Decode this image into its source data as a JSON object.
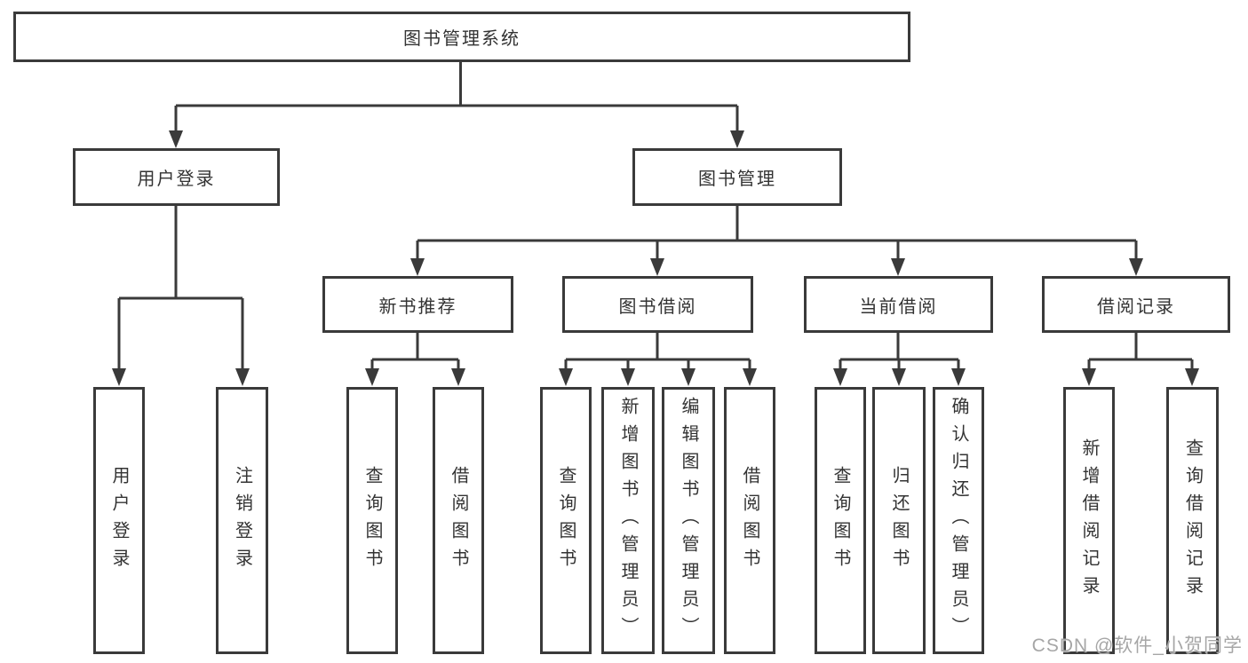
{
  "diagram": {
    "tree": {
      "root": {
        "label": "图书管理系统"
      },
      "branches": [
        {
          "label": "用户登录",
          "children": [
            {
              "label": "用户登录"
            },
            {
              "label": "注销登录"
            }
          ]
        },
        {
          "label": "图书管理",
          "children": [
            {
              "label": "新书推荐",
              "children": [
                {
                  "label": "查询图书"
                },
                {
                  "label": "借阅图书"
                }
              ]
            },
            {
              "label": "图书借阅",
              "children": [
                {
                  "label": "查询图书"
                },
                {
                  "label": "新增图书（管理员）"
                },
                {
                  "label": "编辑图书（管理员）"
                },
                {
                  "label": "借阅图书"
                }
              ]
            },
            {
              "label": "当前借阅",
              "children": [
                {
                  "label": "查询图书"
                },
                {
                  "label": "归还图书"
                },
                {
                  "label": "确认归还（管理员）"
                }
              ]
            },
            {
              "label": "借阅记录",
              "children": [
                {
                  "label": "新增借阅记录"
                },
                {
                  "label": "查询借阅记录"
                }
              ]
            }
          ]
        }
      ]
    },
    "colors": {
      "line": "#3a3a3a",
      "text": "#333333",
      "background": "#ffffff",
      "watermark": "#a6a6a6"
    }
  },
  "watermark": {
    "text": "CSDN @软件_小贺同学"
  }
}
